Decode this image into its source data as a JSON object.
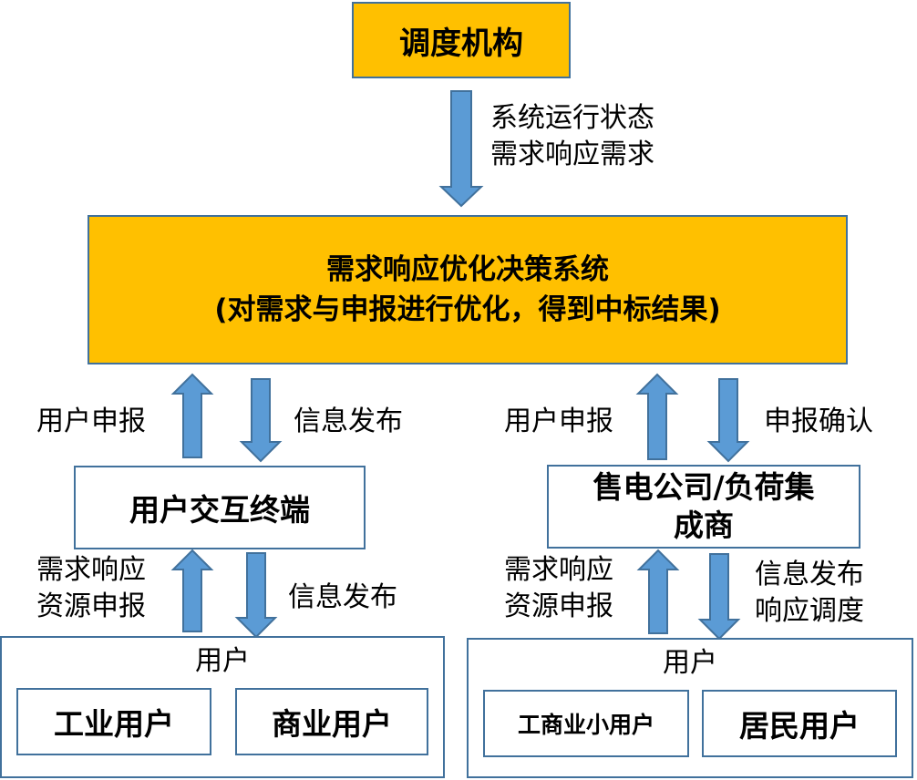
{
  "top": {
    "dispatch": "调度机构"
  },
  "flow_top": {
    "line1": "系统运行状态",
    "line2": "需求响应需求"
  },
  "system": {
    "line1": "需求响应优化决策系统",
    "line2": "(对需求与申报进行优化，得到中标结果)"
  },
  "left": {
    "up_label": "用户申报",
    "down_label": "信息发布",
    "terminal": "用户交互终端",
    "lower_up_line1": "需求响应",
    "lower_up_line2": "资源申报",
    "lower_down_label": "信息发布",
    "users_title": "用户",
    "industrial": "工业用户",
    "commercial": "商业用户"
  },
  "right": {
    "up_label": "用户申报",
    "down_label": "申报确认",
    "aggregator_line1": "售电公司/负荷集",
    "aggregator_line2": "成商",
    "lower_up_line1": "需求响应",
    "lower_up_line2": "资源申报",
    "lower_down_line1": "信息发布",
    "lower_down_line2": "响应调度",
    "users_title": "用户",
    "small_ic": "工商业小用户",
    "residential": "居民用户"
  },
  "colors": {
    "gold": "#FFC000",
    "border": "#41719C",
    "arrow_fill": "#5B9BD5"
  }
}
